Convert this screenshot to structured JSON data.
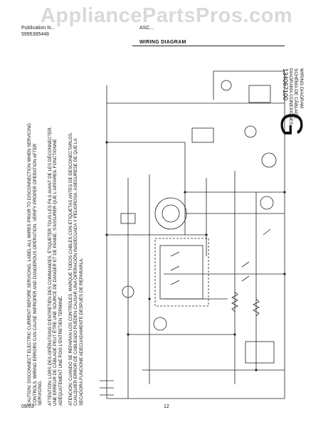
{
  "watermark": "AppliancePartsPros.com",
  "header": {
    "left_line1": "Publication N...",
    "left_line2": "5995395448",
    "center_code": "ASC...",
    "title": "WIRING DIAGRAM"
  },
  "caution": {
    "en": "CAUTION: DISCONNECT ELECTRIC CURRENT BEFORE SERVICING. LABEL ALL WIRES PRIOR TO DISCONNECTION WHEN SERVICING CONTROLS. WIRING ERRORS CAN CAUSE IMPROPER AND DANGEROUS OPERATION. VERIFY PROPER OPERATION AFTER SERVICING.",
    "fr": "ATTENTION: LORS DES OPÉRATIONS D'ENTRETIEN DES COMMANDES, ÉTIQUETER TOUS LES FILS AVANT DE LES DÉCONNECTER. UNE ERREUR DE CÂBLAGE PEUT ÊTRE UNE SOURCE DE DANGER ET DE PANNE. S'ASSURER QUE L'APPAREIL FONCTIONNE ADÉQUATEMENT UNE FOIS L'ENTRETIEN TERMINÉ.",
    "es": "ATENCION: CUANDO SE REPARAN LOS CONTROLES, MARQUE TODOS CABLES CON ETIQUETAS ANTES DE DESCONECTARLOS. CUALQUIER ERROR DE CABLEADO PUEDEN CAUSAR UNA OPERACIÓN INADECUADA Y PELIGROSA. ASEGURESE DE QUE LA SECADORA FUNCIONE ADECUADAMENTE DESPUÉS DE REPARARLA."
  },
  "diagram_label": {
    "line1": "WIRING DIAGRAM",
    "line2": "SCHÉMA DE CÂBLAGE",
    "line3": "DIAGRAMA CONEXIONES",
    "part_number": "134067100",
    "letter": "G"
  },
  "footer": {
    "date": "09/03",
    "page": "12"
  }
}
